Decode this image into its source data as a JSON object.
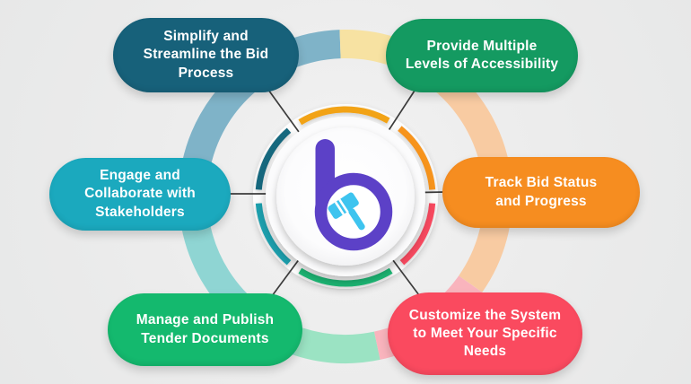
{
  "background": {
    "color": "#ECECEC"
  },
  "pills": [
    {
      "name": "simplify-bid-process",
      "label": "Simplify and Streamline the Bid Process",
      "lines": [
        "Simplify and",
        "Streamline the Bid",
        "Process"
      ],
      "color": "#17617A"
    },
    {
      "name": "provide-accessibility",
      "label": "Provide Multiple Levels of Accessibility",
      "lines": [
        "Provide Multiple",
        "Levels of Accessibility"
      ],
      "color": "#149A61"
    },
    {
      "name": "engage-stakeholders",
      "label": "Engage and Collaborate with Stakeholders",
      "lines": [
        "Engage and",
        "Collaborate with",
        "Stakeholders"
      ],
      "color": "#1BA9BE"
    },
    {
      "name": "track-bid-status",
      "label": "Track Bid Status and Progress",
      "lines": [
        "Track Bid Status",
        "and Progress"
      ],
      "color": "#F68D20"
    },
    {
      "name": "manage-tender-documents",
      "label": "Manage and Publish Tender Documents",
      "lines": [
        "Manage and Publish",
        "Tender Documents"
      ],
      "color": "#14B96E"
    },
    {
      "name": "customize-system",
      "label": "Customize the System to Meet Your Specific Needs",
      "lines": [
        "Customize the System",
        "to Meet Your Specific",
        "Needs"
      ],
      "color": "#FA4A5F"
    }
  ],
  "rings": {
    "outer": [
      {
        "name": "bottom-mint",
        "color": "#9BE3C3"
      },
      {
        "name": "left-lower-teal",
        "color": "#8FD5D3"
      },
      {
        "name": "left-upper-steel-blue",
        "color": "#7FB3C8"
      },
      {
        "name": "top-pale-yellow",
        "color": "#F7E2A2"
      },
      {
        "name": "right-upper-pale-peach",
        "color": "#F8CBA2"
      },
      {
        "name": "right-lower-pale-pink",
        "color": "#F9B4BD"
      }
    ],
    "inner": [
      {
        "name": "north-amber",
        "color": "#F2A316"
      },
      {
        "name": "northeast-orange",
        "color": "#F7941D"
      },
      {
        "name": "southeast-red",
        "color": "#F8495E"
      },
      {
        "name": "south-green",
        "color": "#1FB573"
      },
      {
        "name": "southwest-teal",
        "color": "#1D9FAD"
      },
      {
        "name": "northwest-dark-teal",
        "color": "#14677E"
      }
    ]
  },
  "connector": {
    "color": "#3C3C3C"
  },
  "center_logo": {
    "letter": "b",
    "purple": "#5C41C7",
    "gavel_blue": "#3EC4EF",
    "icon": "gavel-icon"
  }
}
